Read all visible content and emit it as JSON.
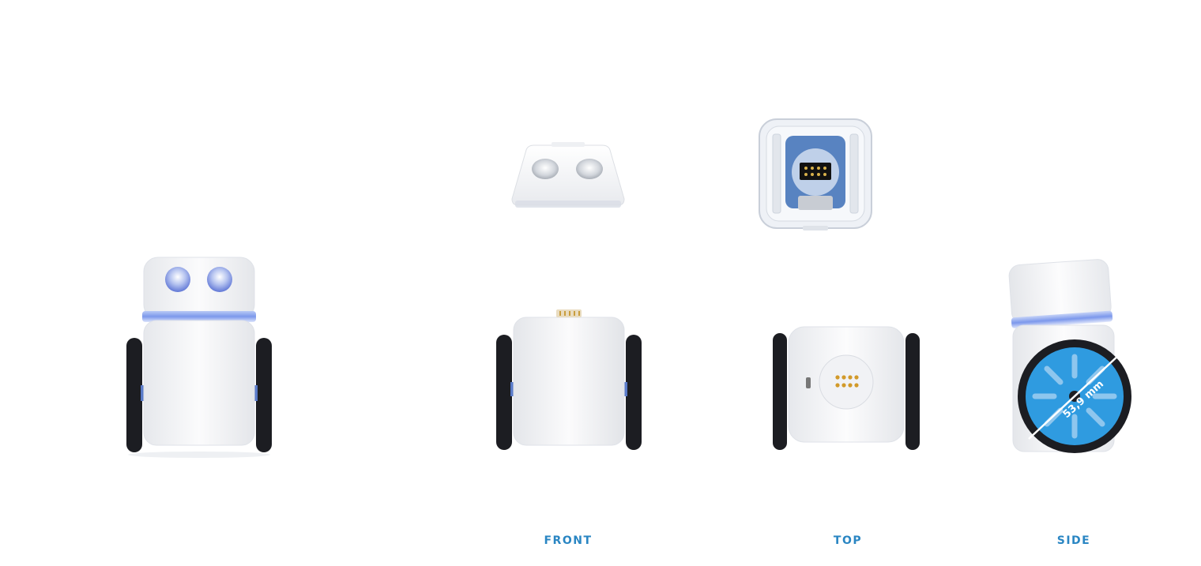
{
  "views": {
    "front_label": "FRONT",
    "top_label": "TOP",
    "side_label": "SIDE"
  },
  "dimensions": {
    "wheel_diameter": "53,9 mm"
  },
  "colors": {
    "label": "#2a86c3",
    "body": "#f4f5f7",
    "led_glow": "#6f8fe8",
    "wheel": "#1c1d22",
    "side_wheel_hub": "#2f9be0",
    "pcb": "#3c6fb6"
  }
}
